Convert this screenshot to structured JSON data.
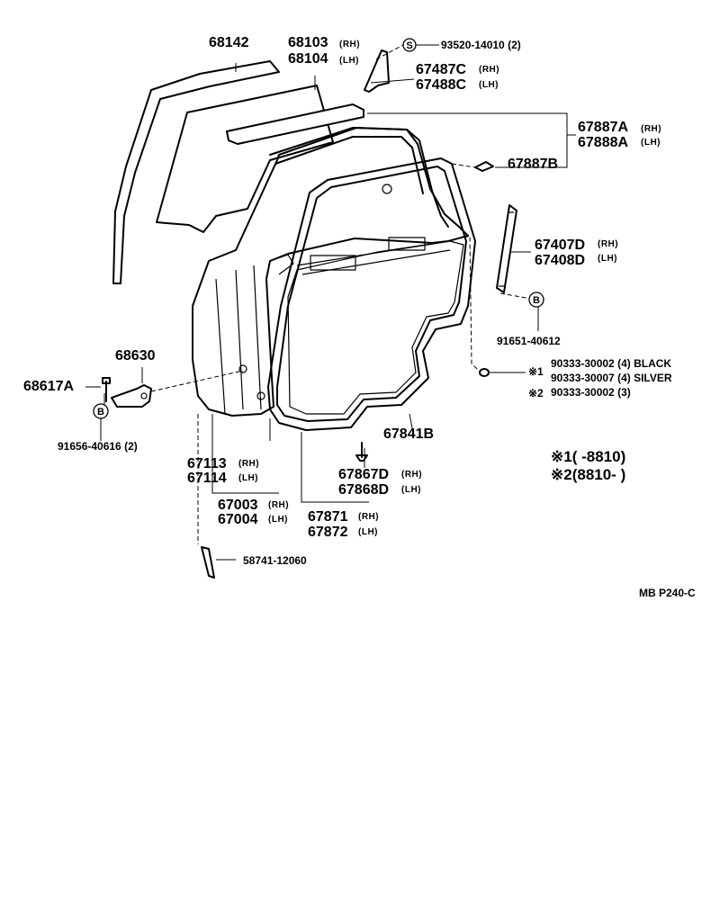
{
  "labels": {
    "p68142": "68142",
    "p68103": "68103",
    "p68104": "68104",
    "p93520": "93520-14010 (2)",
    "p67487C": "67487C",
    "p67488C": "67488C",
    "p67887A": "67887A",
    "p67888A": "67888A",
    "p67887B": "67887B",
    "p67407D": "67407D",
    "p67408D": "67408D",
    "p91651": "91651-40612",
    "p68630": "68630",
    "p68617A": "68617A",
    "p91656": "91656-40616 (2)",
    "p90333_black": "90333-30002 (4) BLACK",
    "p90333_silver": "90333-30007 (4) SILVER",
    "p90333_3": "90333-30002 (3)",
    "p67841B": "67841B",
    "p67113": "67113",
    "p67114": "67114",
    "p67003": "67003",
    "p67004": "67004",
    "p67867D": "67867D",
    "p67868D": "67868D",
    "p67871": "67871",
    "p67872": "67872",
    "p58741": "58741-12060",
    "note1": "※1(      -8810)",
    "note2": "※2(8810-        )",
    "mark1": "※1",
    "mark2": "※2",
    "rh": "(RH)",
    "lh": "(LH)",
    "circle_s": "S",
    "circle_b": "B",
    "ref": "MB  P240-C"
  }
}
